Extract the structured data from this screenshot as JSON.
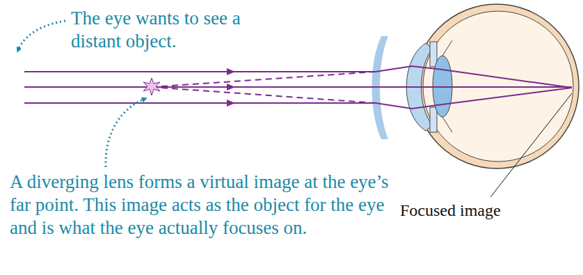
{
  "diagram": {
    "labels": [
      "The eye wants to see a distant object.",
      "A diverging lens forms a virtual image at the eye’s far point. This image acts as the object for the eye and is what the eye actually focuses on.",
      "Focused image"
    ]
  }
}
